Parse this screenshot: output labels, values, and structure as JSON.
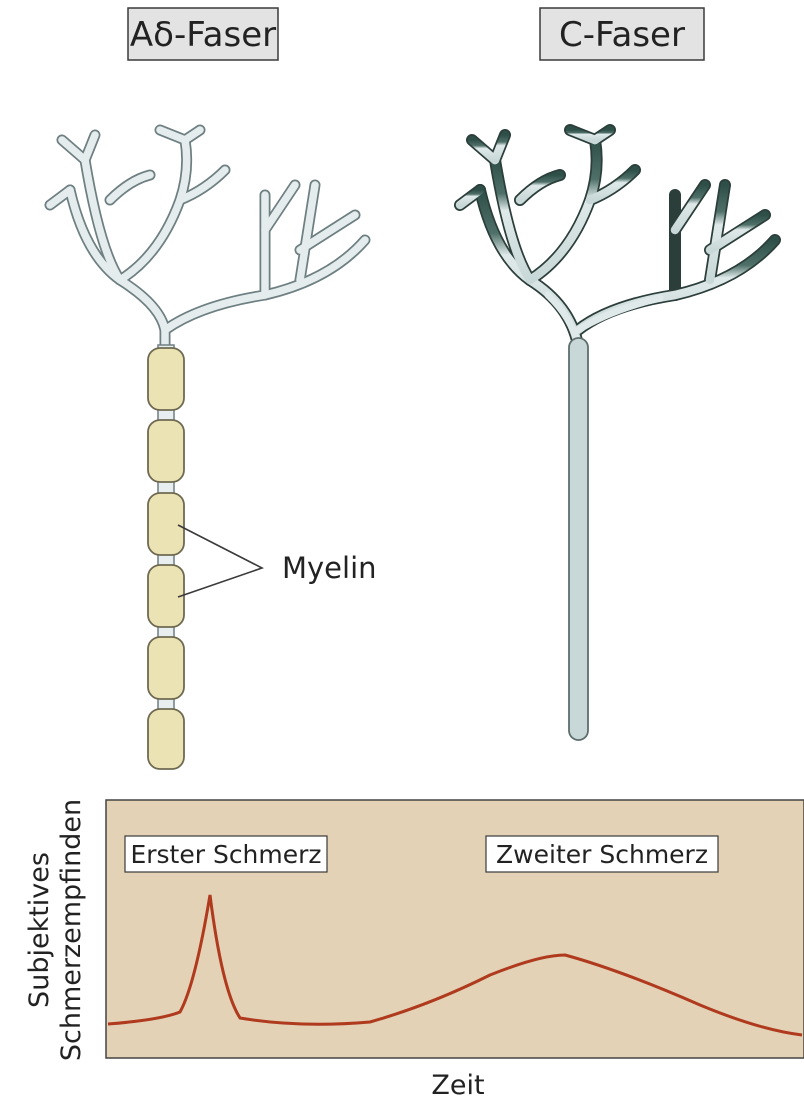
{
  "fibers": {
    "a_delta": {
      "label": "Aδ-Faser"
    },
    "c": {
      "label": "C-Faser"
    }
  },
  "annotation": {
    "myelin": "Myelin"
  },
  "graph": {
    "y_label_line1": "Subjektives",
    "y_label_line2": "Schmerzempfinden",
    "x_label": "Zeit",
    "first_pain": "Erster Schmerz",
    "second_pain": "Zweiter Schmerz"
  },
  "colors": {
    "graph_background": "#e3d2b5",
    "pain_curve": "#b03a1e",
    "myelin_fill": "#ece3b4",
    "a_delta_axon": "#d6e4e6",
    "c_fiber_dark": "#2e4f48",
    "c_fiber_light": "#c8d8d8"
  }
}
